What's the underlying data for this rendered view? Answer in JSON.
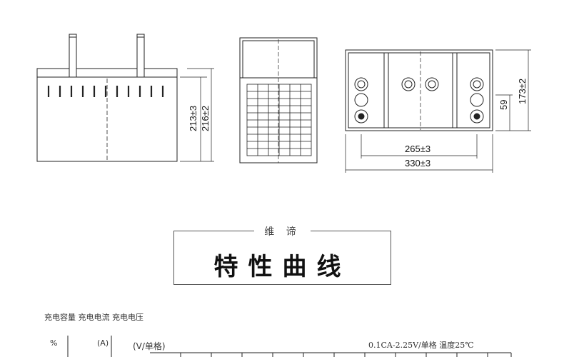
{
  "dimensions": {
    "side_height_inner": "213±3",
    "side_height_total": "216±2",
    "top_total_width": "330±3",
    "top_terminal_span": "265±3",
    "top_depth": "173±2",
    "top_terminal_offset": "59"
  },
  "title": {
    "subtitle": "维 谛",
    "main": "特性曲线"
  },
  "chart_header": {
    "legend_labels": "充电容量  充电电流  充电电压",
    "axis_percent": "%",
    "axis_amp": "(A)",
    "axis_volt": "(V/单格)",
    "condition": "0.1CA-2.25V/单格  温度25℃"
  }
}
